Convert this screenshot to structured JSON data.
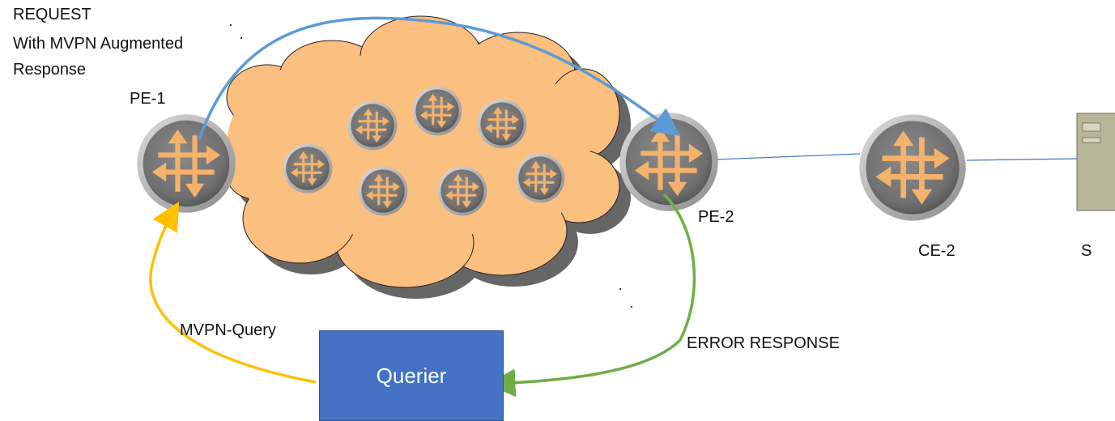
{
  "labels": {
    "request_line1": "REQUEST",
    "request_line2": "With MVPN Augmented",
    "request_line3": "Response",
    "pe1": "PE-1",
    "pe2": "PE-2",
    "ce2": "CE-2",
    "source": "S",
    "mvpn_query": "MVPN-Query",
    "error_response": "ERROR RESPONSE",
    "querier": "Querier"
  },
  "colors": {
    "cloud_fill": "#fbbf80",
    "cloud_shadow": "#666666",
    "router_body": "#7a7a7a",
    "router_arrows": "#f5b26b",
    "request_arrow": "#5b9bd5",
    "query_arrow": "#ffc000",
    "error_arrow": "#70ad47",
    "link_line": "#4472c4",
    "querier_fill": "#4472c4"
  },
  "icons": [
    "router-icon",
    "server-icon",
    "cloud-shape"
  ]
}
